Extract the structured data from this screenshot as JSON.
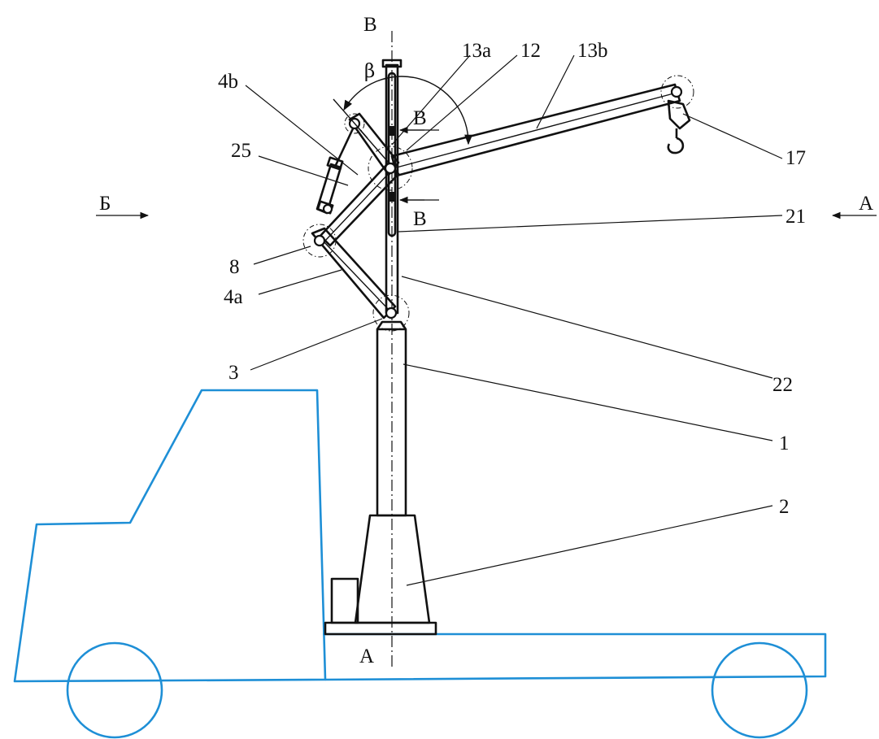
{
  "colors": {
    "truck_outline": "#1e8fd6",
    "drawing": "#111111"
  },
  "labels": {
    "view_top": "B",
    "view_left": "Б",
    "view_right": "A",
    "view_bottom": "A",
    "section_upper": "B",
    "section_lower": "B",
    "angle": "β",
    "p13a": "13a",
    "p12": "12",
    "p13b": "13b",
    "p4b": "4b",
    "p25": "25",
    "p17": "17",
    "p21": "21",
    "p8": "8",
    "p4a": "4a",
    "p3": "3",
    "p22": "22",
    "p1": "1",
    "p2": "2"
  }
}
